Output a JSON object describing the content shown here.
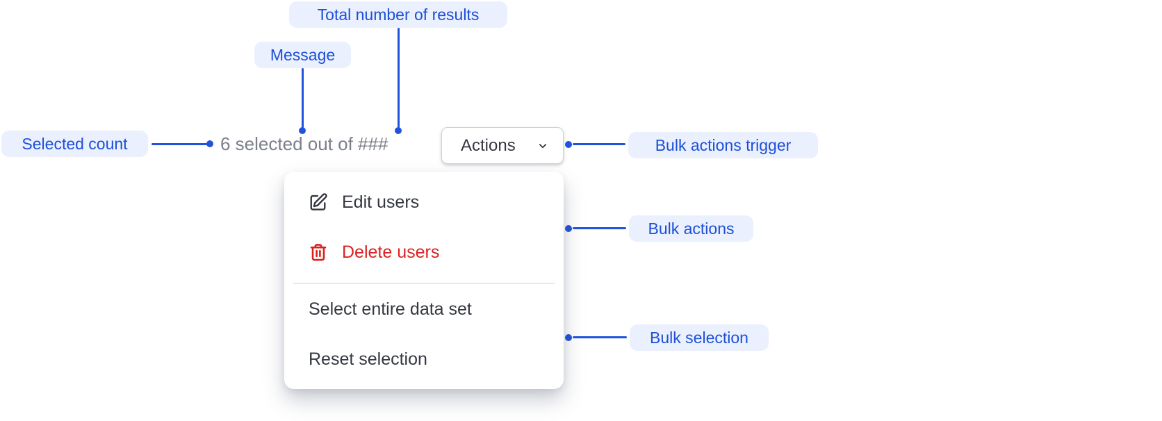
{
  "colors": {
    "annotation_blue": "#1D4FD8",
    "annotation_bg": "#EAF0FD",
    "connector_blue": "#2152DB",
    "menu_text": "#343741",
    "danger_red": "#DD2121",
    "muted_text": "#7B7F88",
    "button_border": "#CDD1D8",
    "divider": "#E6E8EC",
    "canvas_bg": "#FFFFFF"
  },
  "annotations": {
    "total_results": {
      "label": "Total number of results"
    },
    "message": {
      "label": "Message"
    },
    "selected_count": {
      "label": "Selected count"
    },
    "bulk_actions_trigger": {
      "label": "Bulk actions trigger"
    },
    "bulk_actions": {
      "label": "Bulk actions"
    },
    "bulk_selection": {
      "label": "Bulk selection"
    }
  },
  "selection_bar": {
    "message": "6 selected out of ###",
    "actions_button": {
      "label": "Actions",
      "icon": "chevron-down-icon"
    }
  },
  "actions_menu": {
    "items": [
      {
        "label": "Edit users",
        "icon": "pencil-square-icon",
        "tone": "default"
      },
      {
        "label": "Delete users",
        "icon": "trash-icon",
        "tone": "danger"
      },
      {
        "label": "Select entire data set",
        "icon": null,
        "tone": "default"
      },
      {
        "label": "Reset selection",
        "icon": null,
        "tone": "default"
      }
    ]
  }
}
